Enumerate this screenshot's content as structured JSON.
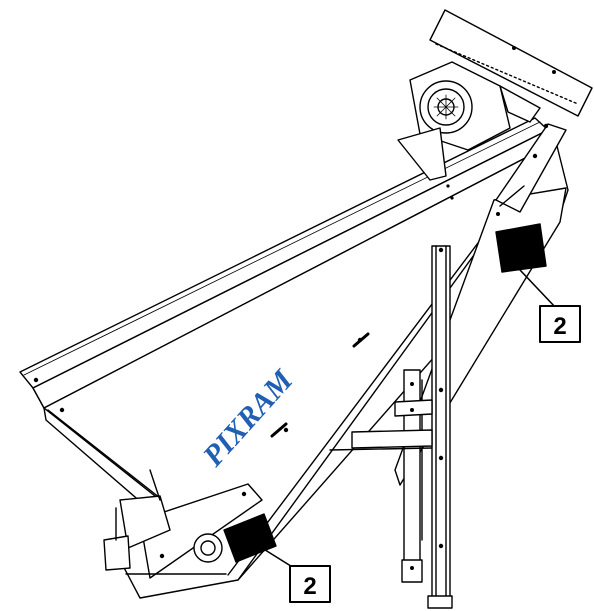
{
  "diagram": {
    "brand_text": "PIXRAM",
    "callouts": [
      {
        "id": "upper",
        "label": "2"
      },
      {
        "id": "lower",
        "label": "2"
      }
    ],
    "colors": {
      "line": "#000000",
      "brand": "#1f5fb4",
      "marker": "#000000",
      "background": "#ffffff"
    }
  }
}
